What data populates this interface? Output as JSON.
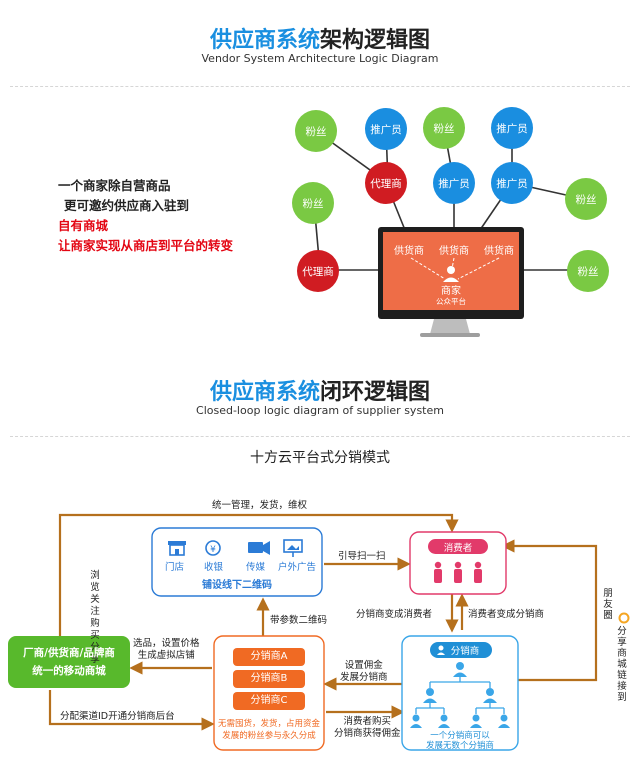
{
  "section1": {
    "title_blue": "供应商系统",
    "title_dark": "架构逻辑图",
    "subtitle": "Vendor System Architecture Logic Diagram"
  },
  "description": {
    "line1": "一个商家除自营商品",
    "line2": "更可邀约供应商入驻到",
    "line3": "自有商城",
    "line4": "让商家实现从商店到平台的转变"
  },
  "network": {
    "nodes": {
      "fans": "粉丝",
      "promoter": "推广员",
      "agent": "代理商"
    },
    "monitor": {
      "supplier": "供货商",
      "merchant": "商家",
      "platform": "公众平台"
    }
  },
  "section2": {
    "title_blue": "供应商系统",
    "title_dark": "闭环逻辑图",
    "subtitle": "Closed-loop logic diagram of supplier system",
    "mode_title": "十方云平台式分销模式"
  },
  "flow": {
    "top_label": "统一管理，发货，维权",
    "left_vertical": [
      "浏览",
      "关注",
      "购买",
      "分享"
    ],
    "mall_box": {
      "line1": "厂商/供货商/品牌商",
      "line2": "统一的移动商城"
    },
    "offline_box": {
      "icons": [
        "门店",
        "收银",
        "传媒",
        "户外广告"
      ],
      "caption": "铺设线下二维码"
    },
    "guide_label": "引导扫一扫",
    "consumer_box": "消费者",
    "consumer_to_distributor": "分销商变成消费者",
    "distributor_to_consumer": "消费者变成分销商",
    "right_vertical": [
      "朋友圈",
      "分享商城链接到"
    ],
    "select_label": [
      "选品，设置价格",
      "生成虚拟店铺"
    ],
    "param_label": "带参数二维码",
    "distributor_list_box": {
      "items": [
        "分销商A",
        "分销商B",
        "分销商C"
      ],
      "caption": [
        "无需囤货，发货，占用资金",
        "发展的粉丝参与永久分成"
      ]
    },
    "commission_label": [
      "设置佣金",
      "发展分销商"
    ],
    "purchase_label": [
      "消费者购买",
      "分销商获得佣金"
    ],
    "bottom_label": "分配渠道ID开通分销商后台",
    "distributor_tree": {
      "title": "分销商",
      "caption": [
        "一个分销商可以",
        "发展无数个分销商"
      ]
    }
  }
}
